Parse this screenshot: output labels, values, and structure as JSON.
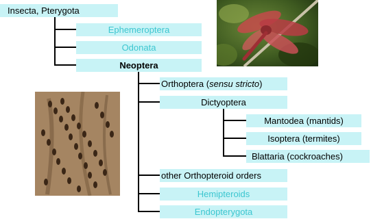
{
  "tree": {
    "root": "Insecta, Pterygota",
    "level1": [
      "Ephemeroptera",
      "Odonata",
      "Neoptera"
    ],
    "level2": {
      "orthoptera_prefix": "Orthoptera (",
      "orthoptera_italic": "sensu stricto",
      "orthoptera_suffix": ")",
      "dictyoptera": "Dictyoptera",
      "other": "other Orthopteroid orders",
      "hemipteroids": "Hemipteroids",
      "endopterygota": "Endopterygota"
    },
    "level3": [
      "Mantodea (mantids)",
      "Isoptera (termites)",
      "Blattaria (cockroaches)"
    ]
  },
  "colors": {
    "node_background": "#c8f3f6",
    "teal_text": "#3cc6d0",
    "line": "#000000"
  },
  "images": [
    {
      "name": "dragonfly-photo",
      "subject": "red dragonfly on a stem"
    },
    {
      "name": "termites-photo",
      "subject": "termites on a bark surface"
    }
  ]
}
